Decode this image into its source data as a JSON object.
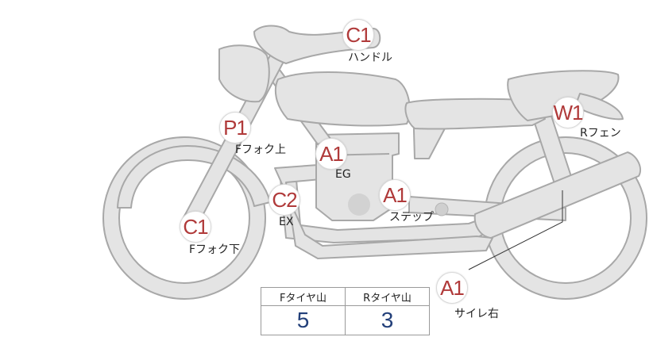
{
  "markers": [
    {
      "code": "C1",
      "label": "ハンドル"
    },
    {
      "code": "P1",
      "label": "Fフォク上"
    },
    {
      "code": "A1",
      "label": "EG"
    },
    {
      "code": "W1",
      "label": "Rフェン"
    },
    {
      "code": "C2",
      "label": "EX"
    },
    {
      "code": "A1",
      "label": "ステップ"
    },
    {
      "code": "C1",
      "label": "Fフォク下"
    },
    {
      "code": "A1",
      "label": "サイレ右"
    }
  ],
  "table": {
    "headers": [
      "Fタイヤ山",
      "Rタイヤ山"
    ],
    "values": [
      "5",
      "3"
    ]
  },
  "colors": {
    "bike_fill": "#e4e4e4",
    "bike_stroke": "#a8a8a8",
    "marker_text": "#b03a3a",
    "table_value": "#23407a"
  }
}
